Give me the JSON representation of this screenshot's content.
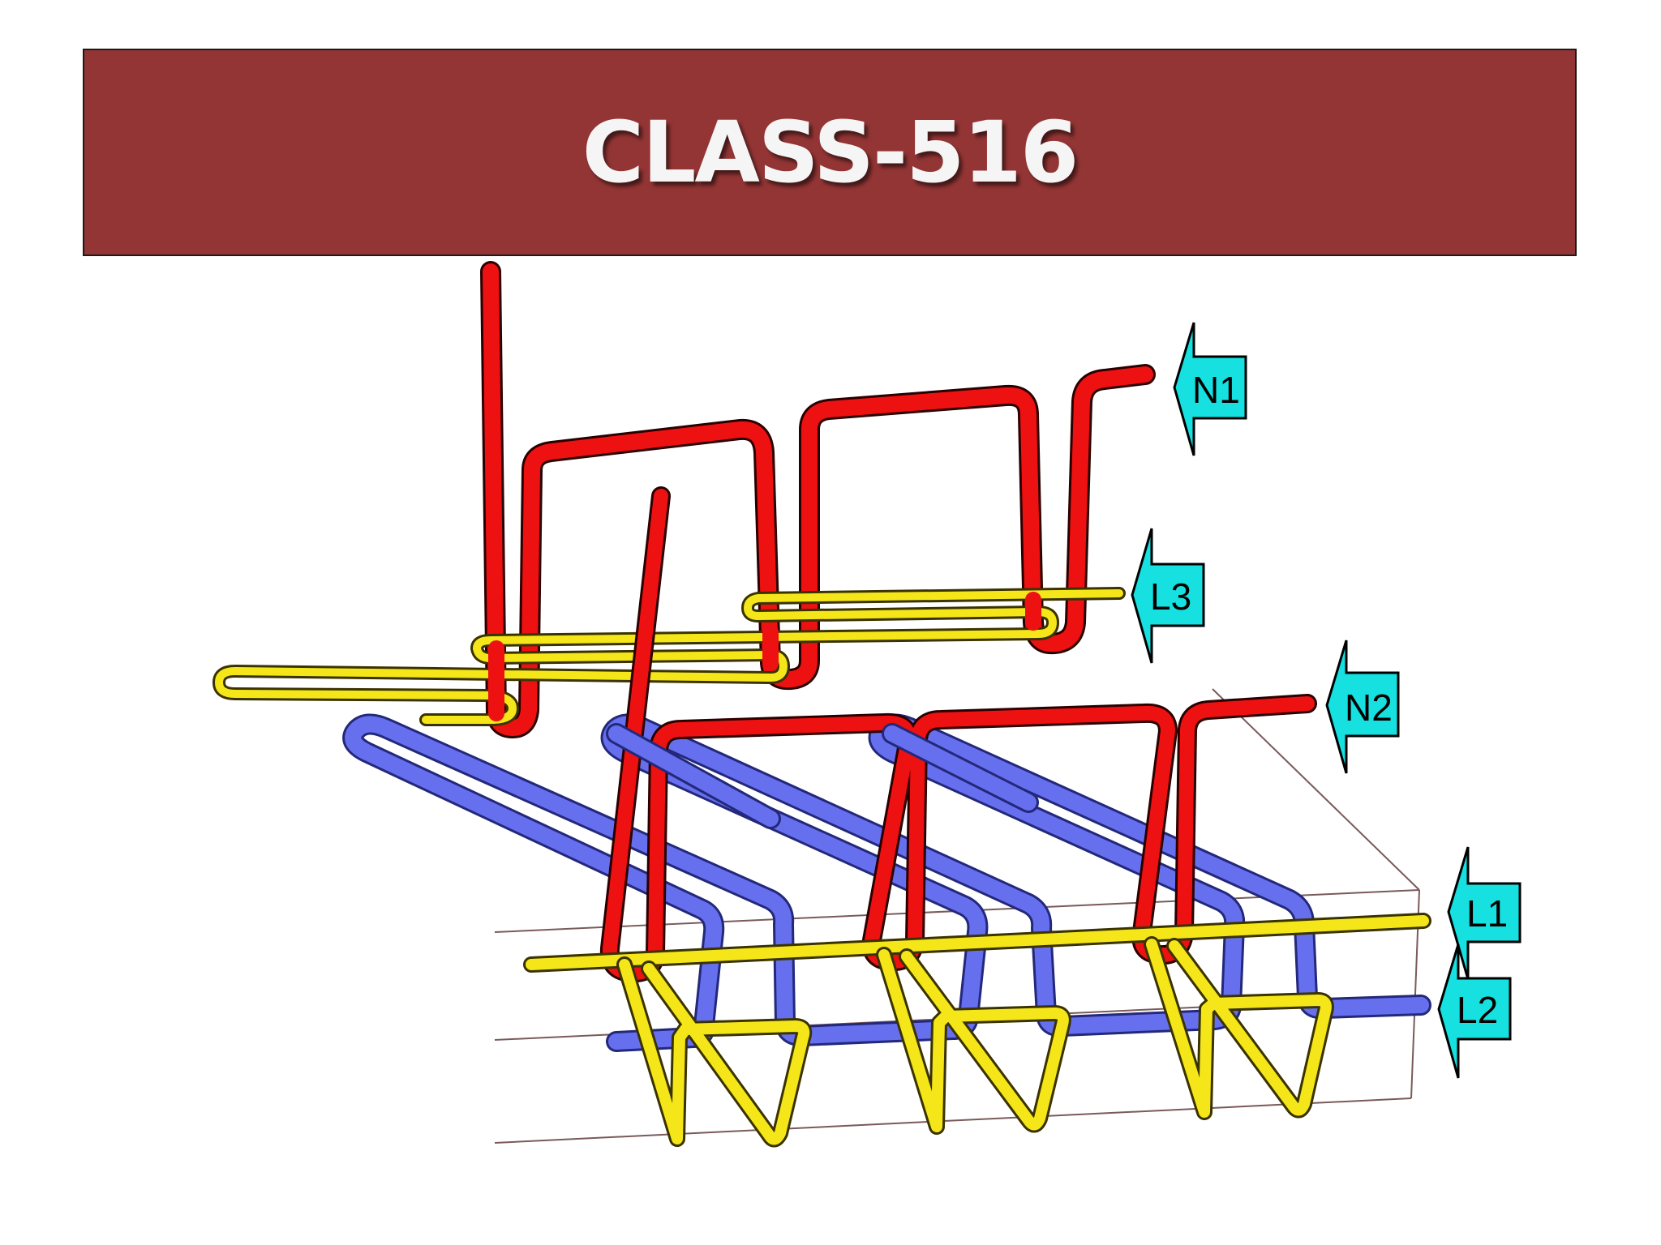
{
  "title": "CLASS-516",
  "labels": {
    "n1": "N1",
    "l3": "L3",
    "n2": "N2",
    "l1": "L1",
    "l2": "L2"
  },
  "colors": {
    "banner": "#943535",
    "needle_thread": "#ee1111",
    "looper_thread_yellow": "#f5e61a",
    "looper_thread_blue": "#6670ee",
    "arrow_fill": "#16e0e0"
  }
}
